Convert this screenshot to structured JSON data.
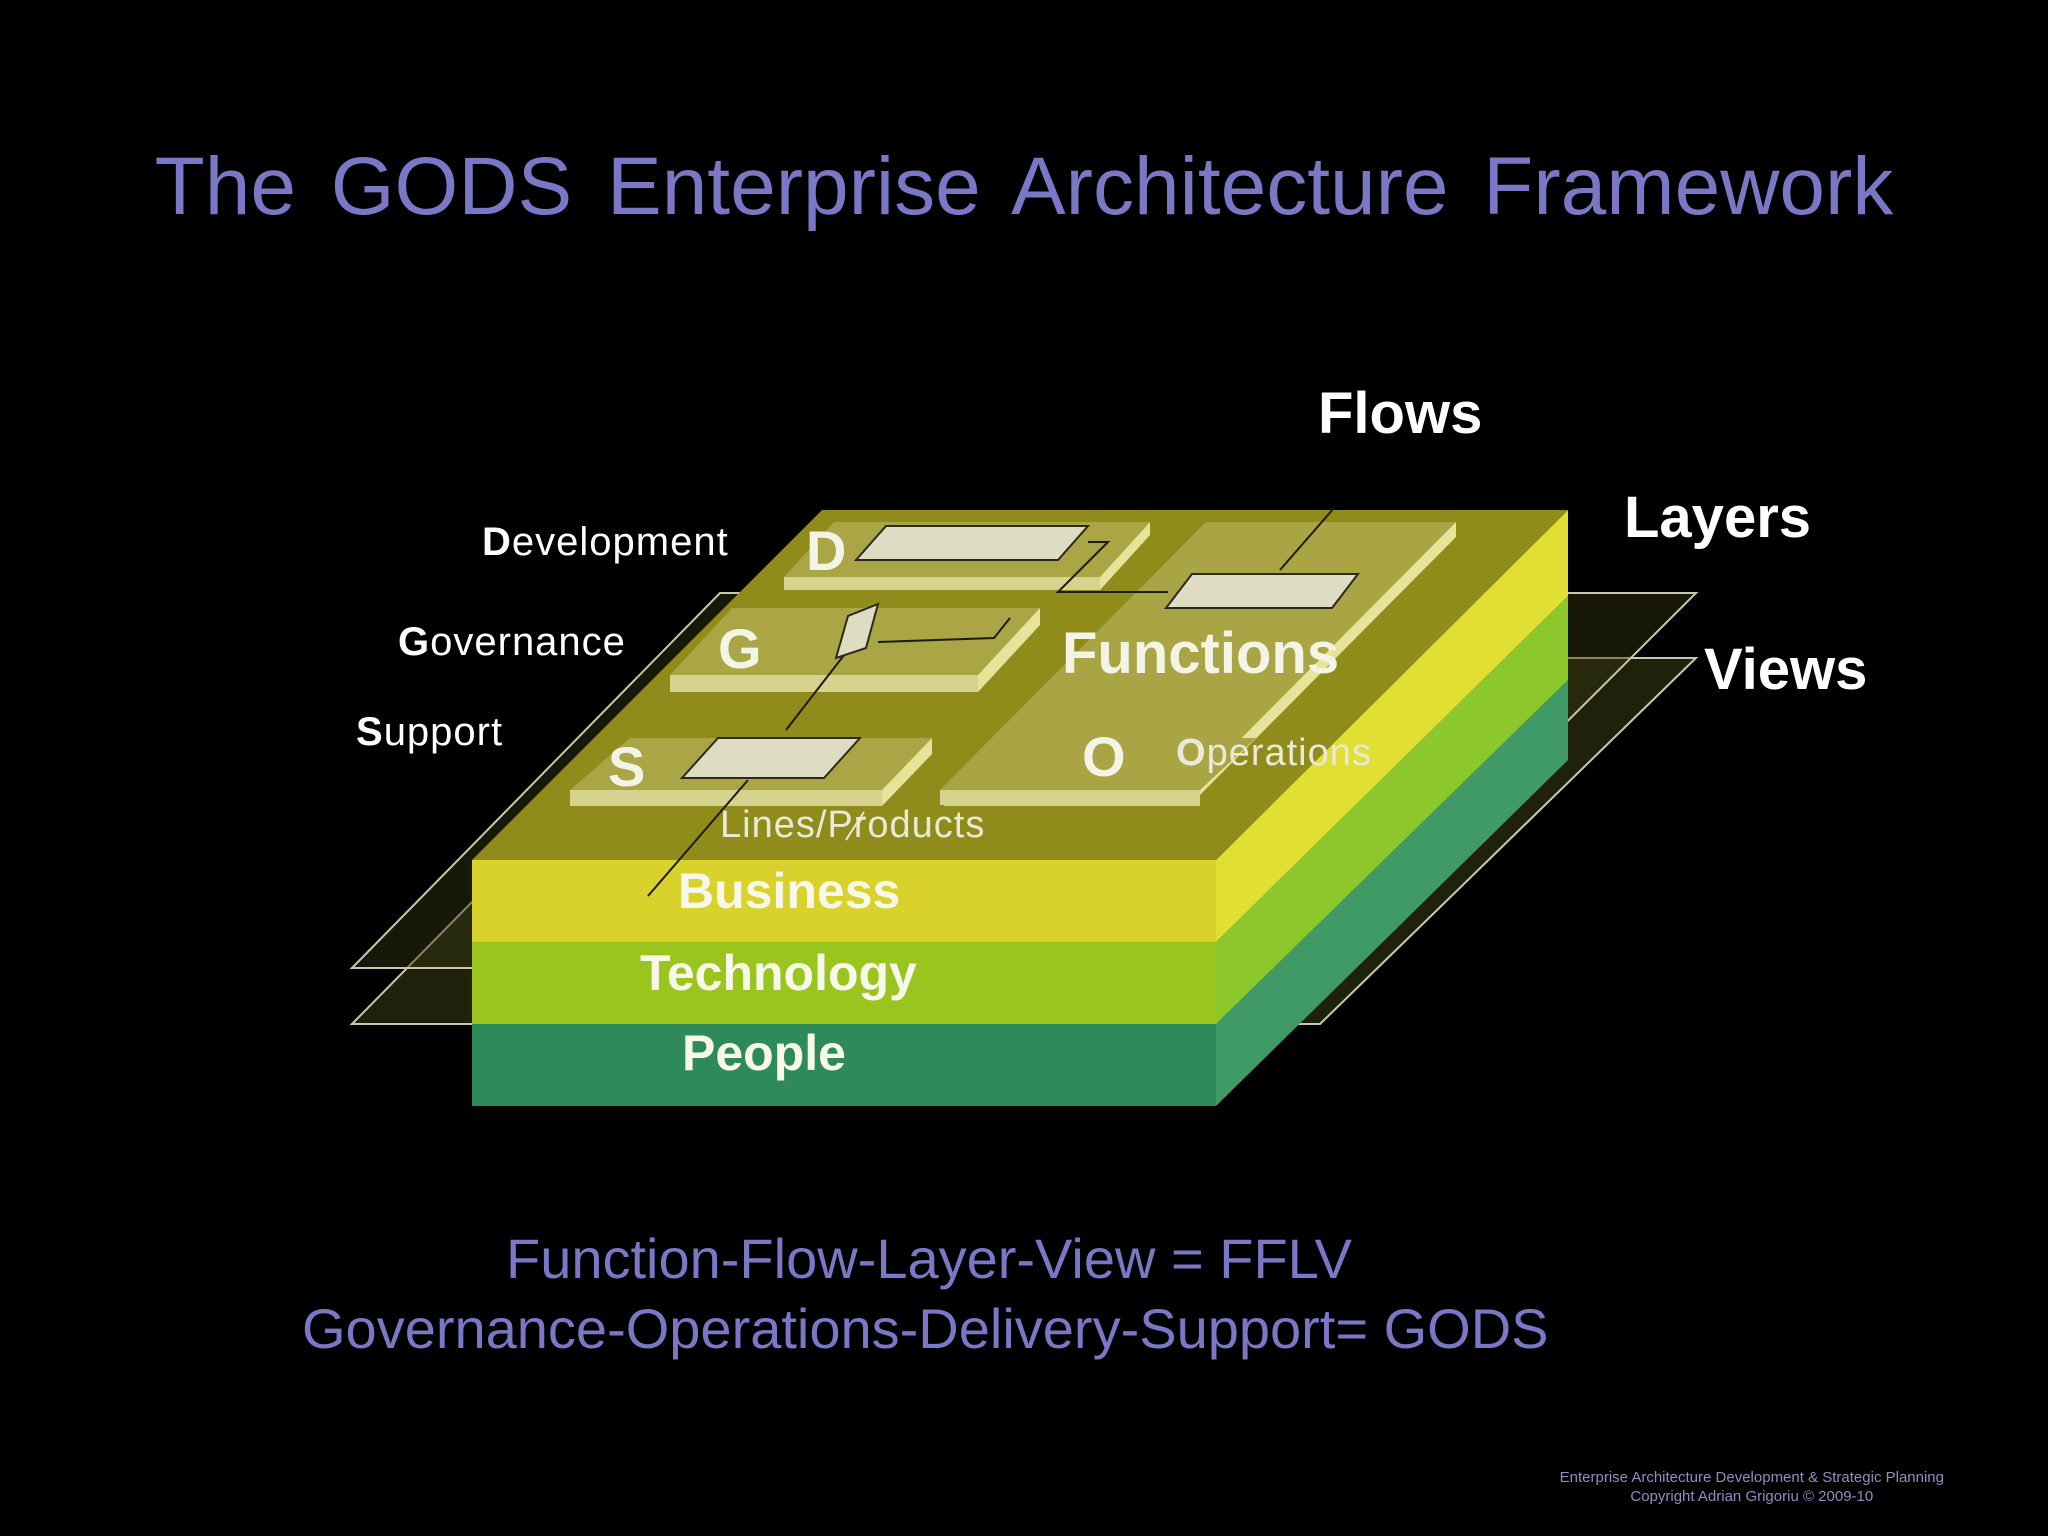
{
  "title": "The GODS Enterprise Architecture Framework",
  "axes": {
    "flows": "Flows",
    "layers": "Layers",
    "views": "Views"
  },
  "left_labels": {
    "development": {
      "initial": "D",
      "rest": "evelopment"
    },
    "governance": {
      "initial": "G",
      "rest": "overnance"
    },
    "support": {
      "initial": "S",
      "rest": "upport"
    }
  },
  "tiles": {
    "d": "D",
    "g": "G",
    "s": "S",
    "o": "O",
    "functions": "Functions",
    "operations": {
      "initial": "O",
      "rest": "perations"
    },
    "lines_products": "Lines/Products"
  },
  "layers": {
    "business": "Business",
    "technology": "Technology",
    "people": "People"
  },
  "formulas": {
    "fflv": "Function-Flow-Layer-View = FFLV",
    "gods": "Governance-Operations-Delivery-Support= GODS"
  },
  "footer": {
    "line1": "Enterprise Architecture Development & Strategic Planning",
    "line2": "Copyright Adrian Grigoriu © 2009-10"
  },
  "colors": {
    "title_text": "#7a78c6",
    "business_layer": "#d9d22c",
    "technology_layer": "#9ac41e",
    "people_layer": "#2f8a5a",
    "top_face": "#8f8c1c"
  }
}
